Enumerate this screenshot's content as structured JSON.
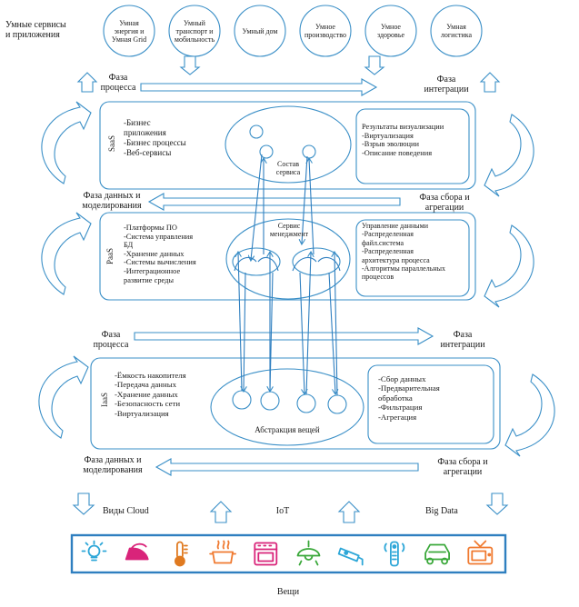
{
  "top_label": "Умные сервисы\nи приложения",
  "smart_services": [
    "Умная\nэнергия и\nУмная Grid",
    "Умный\nтранспорт и\nмобильность",
    "Умный дом",
    "Умное\nпроизводство",
    "Умное\nздоровье",
    "Умная\nлогистика"
  ],
  "phases": {
    "process_top": "Фаза\nпроцесса",
    "integration_top": "Фаза\nинтеграции",
    "data_modeling_mid": "Фаза данных и\nмоделирования",
    "collection_mid": "Фаза сбора и\nагрегации",
    "process_low": "Фаза\nпроцесса",
    "integration_low": "Фаза\nинтеграции",
    "data_modeling_bottom": "Фаза данных и\nмоделирования",
    "collection_bottom": "Фаза сбора и\nагрегации"
  },
  "saas": {
    "label": "SaaS",
    "left_items": [
      "-Бизнес",
      "приложения",
      "-Бизнес процессы",
      "-Веб-сервисы"
    ],
    "center": "Состав\nсервиса",
    "right_items": [
      "Результаты визуализации",
      "-Виртуализация",
      "-Взрыв эволюции",
      "-Описание поведения"
    ]
  },
  "paas": {
    "label": "PaaS",
    "left_items": [
      "-Платформы ПО",
      "-Система управления",
      "БД",
      "-Хранение данных",
      "-Системы вычисления",
      "-Интеграционное",
      "развитие среды"
    ],
    "center": "Сервис\nменеджмент",
    "right_items": [
      "Управление данными",
      "-Распределенная",
      "файл.система",
      "-Распределенная",
      "архитектура процесса",
      "-Алгоритмы параллельных",
      "процессов"
    ]
  },
  "iaas": {
    "label": "IaaS",
    "left_items": [
      "-Ёмкость накопителя",
      "-Передача данных",
      "-Хранение данных",
      "-Безопасность сети",
      "-Виртуализация"
    ],
    "center": "Абстракция вещей",
    "right_items": [
      "-Сбор данных",
      "-Предварительная",
      "обработка",
      "-Фильтрация",
      "-Агрегация"
    ]
  },
  "bottom_labels": {
    "cloud": "Виды Cloud",
    "iot": "IoT",
    "bigdata": "Big Data"
  },
  "things_label": "Вещи",
  "things_icons": [
    {
      "name": "lightbulb-icon",
      "color": "#2ea7d8"
    },
    {
      "name": "iron-icon",
      "color": "#d9247a"
    },
    {
      "name": "thermometer-icon",
      "color": "#e07a20"
    },
    {
      "name": "cooking-pot-icon",
      "color": "#f07a30"
    },
    {
      "name": "oven-icon",
      "color": "#d9247a"
    },
    {
      "name": "ceiling-lamp-icon",
      "color": "#3aa83a"
    },
    {
      "name": "security-camera-icon",
      "color": "#2ea7d8"
    },
    {
      "name": "remote-control-icon",
      "color": "#2ea7d8"
    },
    {
      "name": "car-icon",
      "color": "#3aa83a"
    },
    {
      "name": "tv-icon",
      "color": "#f07a30"
    }
  ],
  "colors": {
    "stroke": "#3a8fc7",
    "icon_bar_border": "#2f7fc0"
  }
}
